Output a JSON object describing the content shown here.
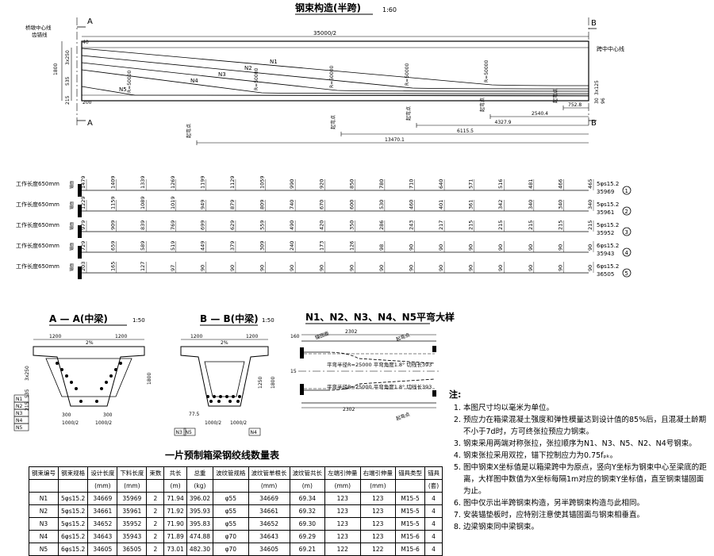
{
  "elevation": {
    "title": "钢束构造(半跨)",
    "scale": "1:60",
    "sec_a": "A",
    "sec_b": "B",
    "label_centerline": "桥墩中心线",
    "label_anchor": "齿锚线",
    "label_midspan": "跨中中心线",
    "half_span": "35000/2",
    "dim_40": "40",
    "dim_1800": "1800",
    "dim_3x250": "3x250",
    "dim_535": "535",
    "dim_215": "215",
    "dim_200": "200",
    "tendons": [
      "N1",
      "N2",
      "N3",
      "N4",
      "N5"
    ],
    "radius_label": "R=50000",
    "right_dims": [
      "3x125",
      "30",
      "96"
    ],
    "start_points": [
      {
        "label": "起弯点",
        "dist": "752.8"
      },
      {
        "label": "起弯点",
        "dist": "2540.4"
      },
      {
        "label": "起弯点",
        "dist": "4327.9"
      },
      {
        "label": "起弯点",
        "dist": "6115.5"
      },
      {
        "label": "起弯点",
        "dist": "13470.1"
      }
    ]
  },
  "coordinates": {
    "work_length_label": "工作长度650mm",
    "anchor_label": "锚面",
    "rows": [
      {
        "values": [
          "1479",
          "1409",
          "1339",
          "1269",
          "1199",
          "1129",
          "1059",
          "990",
          "920",
          "850",
          "780",
          "710",
          "640",
          "571",
          "516",
          "481",
          "466",
          "465"
        ],
        "spec": "5φs15.2",
        "length": "35969",
        "no": "1"
      },
      {
        "values": [
          "1229",
          "1159",
          "1089",
          "1019",
          "949",
          "879",
          "809",
          "740",
          "670",
          "600",
          "530",
          "460",
          "401",
          "361",
          "342",
          "340",
          "340",
          "340"
        ],
        "spec": "5φs15.2",
        "length": "35961",
        "no": "2"
      },
      {
        "values": [
          "979",
          "909",
          "839",
          "769",
          "699",
          "629",
          "559",
          "490",
          "420",
          "350",
          "286",
          "243",
          "217",
          "215",
          "215",
          "215",
          "215",
          "215"
        ],
        "spec": "5φs15.2",
        "length": "35952",
        "no": "3"
      },
      {
        "values": [
          "729",
          "659",
          "589",
          "519",
          "449",
          "379",
          "309",
          "240",
          "173",
          "126",
          "98",
          "90",
          "90",
          "90",
          "90",
          "90",
          "90",
          "90"
        ],
        "spec": "6φs15.2",
        "length": "35943",
        "no": "4"
      },
      {
        "values": [
          "203",
          "165",
          "127",
          "97",
          "90",
          "90",
          "90",
          "90",
          "90",
          "90",
          "90",
          "90",
          "90",
          "90",
          "90",
          "90",
          "90",
          "90"
        ],
        "spec": "6φs15.2",
        "length": "36505",
        "no": "5"
      }
    ]
  },
  "section_a": {
    "title": "A — A(中梁)",
    "scale": "1:50",
    "dims": [
      "1200",
      "1200",
      "300",
      "300",
      "1000/2",
      "1000/2",
      "1800",
      "3x250",
      "535",
      "215",
      "2%"
    ],
    "tendons": [
      "N1",
      "N2",
      "N3",
      "N4",
      "N5"
    ]
  },
  "section_b": {
    "title": "B — B(中梁)",
    "scale": "1:50",
    "dims": [
      "1200",
      "1200",
      "1250",
      "1800",
      "77.5",
      "1000/2",
      "1000/2",
      "2%"
    ],
    "tendons": [
      "N3",
      "N5",
      "N4"
    ]
  },
  "detail": {
    "title": "N1、N2、N3、N4、N5平弯大样",
    "scale": "1:50",
    "dim_top": "2302",
    "dim_bottom": "2302",
    "dim_160": "160",
    "dim_left": "15",
    "arc_text": "平弯半径R=25000 平弯角度1.8° 切线长393",
    "label_start": "起弯点",
    "label_anchor": "锚固面"
  },
  "table": {
    "title": "一片预制箱梁钢绞线数量表",
    "headers": [
      "钢束编号",
      "钢束规格",
      "设计长度",
      "下料长度",
      "束数",
      "共长",
      "总重",
      "波纹管规格",
      "波纹管单根长",
      "波纹管共长",
      "左端引伸量",
      "右端引伸量",
      "锚具类型",
      "锚具"
    ],
    "units": [
      "",
      "",
      "(mm)",
      "(mm)",
      "",
      "(m)",
      "(kg)",
      "",
      "(mm)",
      "(m)",
      "(mm)",
      "(mm)",
      "",
      "(套)"
    ],
    "rows": [
      [
        "N1",
        "5φs15.2",
        "34669",
        "35969",
        "2",
        "71.94",
        "396.02",
        "φ55",
        "34669",
        "69.34",
        "123",
        "123",
        "M15-5",
        "4"
      ],
      [
        "N2",
        "5φs15.2",
        "34661",
        "35961",
        "2",
        "71.92",
        "395.93",
        "φ55",
        "34661",
        "69.32",
        "123",
        "123",
        "M15-5",
        "4"
      ],
      [
        "N3",
        "5φs15.2",
        "34652",
        "35952",
        "2",
        "71.90",
        "395.83",
        "φ55",
        "34652",
        "69.30",
        "123",
        "123",
        "M15-5",
        "4"
      ],
      [
        "N4",
        "6φs15.2",
        "34643",
        "35943",
        "2",
        "71.89",
        "474.88",
        "φ70",
        "34643",
        "69.29",
        "123",
        "123",
        "M15-6",
        "4"
      ],
      [
        "N5",
        "6φs15.2",
        "34605",
        "36505",
        "2",
        "73.01",
        "482.30",
        "φ70",
        "34605",
        "69.21",
        "122",
        "122",
        "M15-6",
        "4"
      ]
    ]
  },
  "notes": {
    "title": "注:",
    "items": [
      "本图尺寸均以毫米为单位。",
      "预应力在箱梁混凝土强度和弹性模量达到设计值的85%后，且混凝土龄期不小于7d时，方可终张拉预应力钢束。",
      "钢束采用两端对称张拉，张拉顺序为N1、N3、N5、N2、N4号钢束。",
      "钢束张拉采用双控，锚下控制应力为0.75fₚₖ。",
      "图中钢束X坐标值是以箱梁跨中为原点，竖向Y坐标为钢束中心至梁底的距离，大样图中数值为X坐标每隔1m对应的钢束Y坐标值，直至钢束锚固面为止。",
      "图中仅示出半跨钢束构造，另半跨钢束构造与此相同。",
      "安装锚垫板时，应特别注意使其锚固面与钢束相垂直。",
      "边梁钢束同中梁钢束。"
    ]
  }
}
